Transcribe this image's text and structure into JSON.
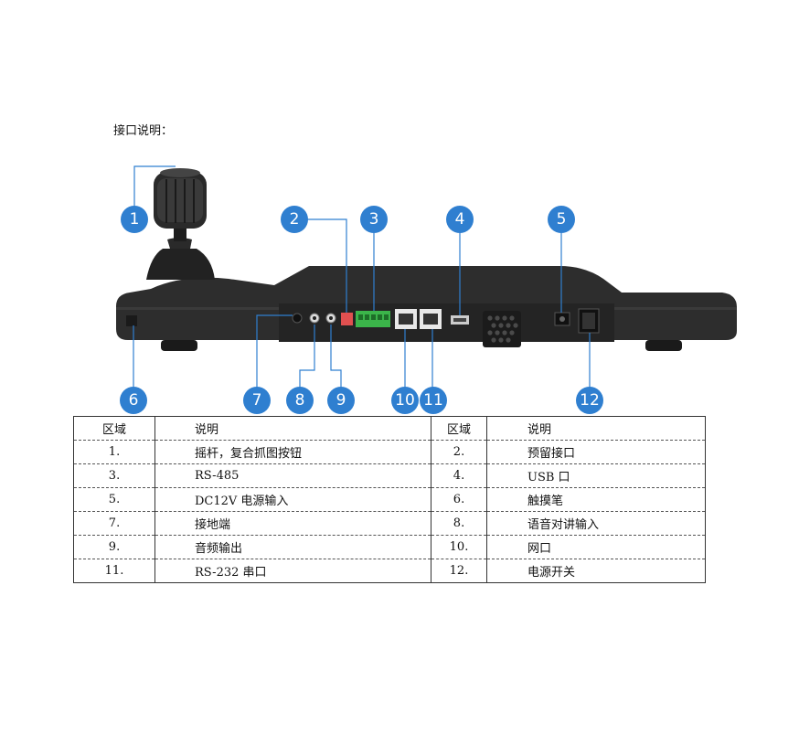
{
  "heading": "接口说明：",
  "callouts": [
    "1",
    "2",
    "3",
    "4",
    "5",
    "6",
    "7",
    "8",
    "9",
    "10",
    "11",
    "12"
  ],
  "table": {
    "headers": [
      "区域",
      "说明",
      "区域",
      "说明"
    ],
    "rows": [
      [
        "1.",
        "摇杆，复合抓图按钮",
        "2.",
        "预留接口"
      ],
      [
        "3.",
        "RS-485",
        "4.",
        "USB 口"
      ],
      [
        "5.",
        "DC12V 电源输入",
        "6.",
        "触摸笔"
      ],
      [
        "7.",
        "接地端",
        "8.",
        "语音对讲输入"
      ],
      [
        "9.",
        "音频输出",
        "10.",
        "网口"
      ],
      [
        "11.",
        "RS-232 串口",
        "12.",
        "电源开关"
      ]
    ]
  },
  "colors": {
    "callout": "#2f7fd0",
    "device_body": "#2b2b2b",
    "terminal_block": "#3bb54a",
    "reserve_port": "#e05050"
  }
}
